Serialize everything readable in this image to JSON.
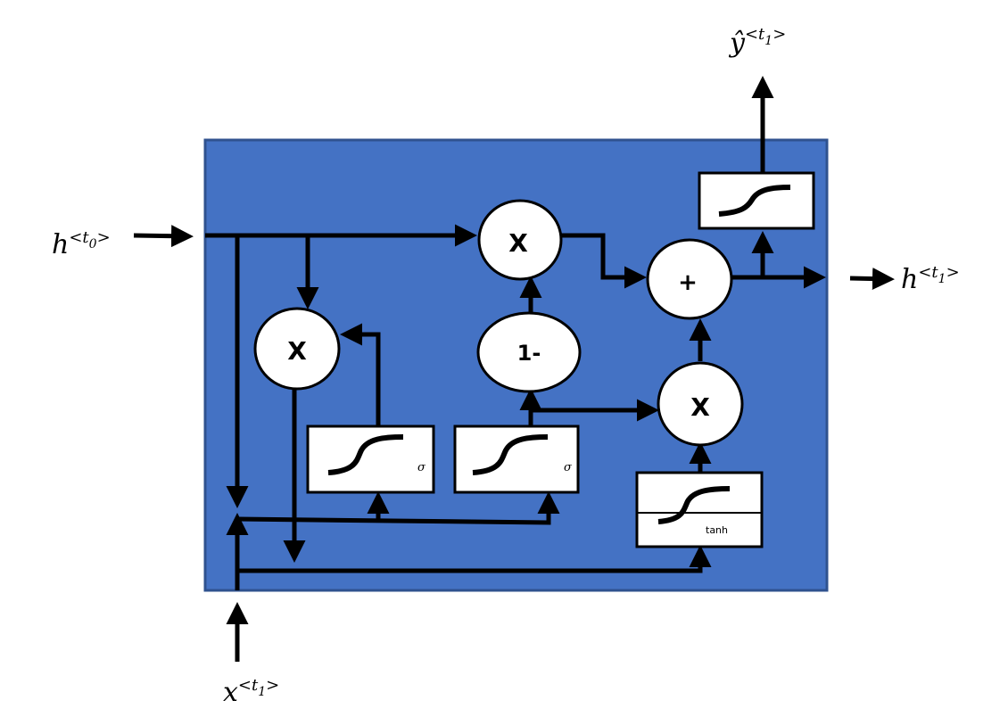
{
  "diagram": {
    "title": "GRU cell",
    "colors": {
      "cell_fill": "#4472C4",
      "cell_border": "#2F528F",
      "line": "#000000",
      "node": "#FFFFFF"
    },
    "inputs": {
      "h_prev": {
        "base": "h",
        "open": "<t",
        "sub": "0",
        "close": ">"
      },
      "x": {
        "base": "x",
        "open": "<t",
        "sub": "1",
        "close": ">"
      }
    },
    "outputs": {
      "h_next": {
        "base": "h",
        "open": "<t",
        "sub": "1",
        "close": ">"
      },
      "y_hat": {
        "base": "ŷ",
        "open": "<t",
        "sub": "1",
        "close": ">"
      }
    },
    "nodes": {
      "mult_top": "X",
      "mult_reset": "X",
      "one_minus": "1-",
      "mult_candidate": "X",
      "add": "+",
      "sigma_reset": "σ",
      "sigma_update": "σ",
      "tanh": "tanh"
    }
  }
}
